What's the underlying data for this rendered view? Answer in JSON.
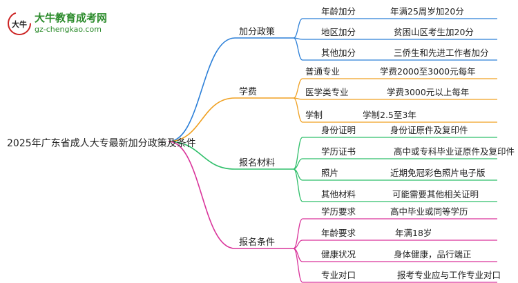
{
  "logo": {
    "title": "大牛教育成考网",
    "url": "gz-chengkao.com",
    "mark_text": "大牛"
  },
  "root": {
    "label": "2025年广东省成人大专最新加分政策及条件"
  },
  "colors": {
    "blue": "#2b7fd8",
    "orange": "#f0a020",
    "green": "#2fbf6a",
    "magenta": "#d9339a",
    "text": "#222222",
    "logo_green": "#2a8a2a",
    "logo_red": "#cc2222"
  },
  "branches": [
    {
      "label": "加分政策",
      "color": "blue",
      "items": [
        {
          "label": "年龄加分",
          "value": "年满25周岁加20分"
        },
        {
          "label": "地区加分",
          "value": "贫困山区考生加20分"
        },
        {
          "label": "其他加分",
          "value": "三侨生和先进工作者加分"
        }
      ]
    },
    {
      "label": "学费",
      "color": "orange",
      "items": [
        {
          "label": "普通专业",
          "value": "学费2000至3000元每年"
        },
        {
          "label": "医学类专业",
          "value": "学费3000元以上每年"
        },
        {
          "label": "学制",
          "value": "学制2.5至3年"
        }
      ]
    },
    {
      "label": "报名材料",
      "color": "green",
      "items": [
        {
          "label": "身份证明",
          "value": "身份证原件及复印件"
        },
        {
          "label": "学历证书",
          "value": "高中或专科毕业证原件及复印件"
        },
        {
          "label": "照片",
          "value": "近期免冠彩色照片电子版"
        },
        {
          "label": "其他材料",
          "value": "可能需要其他相关证明"
        }
      ]
    },
    {
      "label": "报名条件",
      "color": "magenta",
      "items": [
        {
          "label": "学历要求",
          "value": "高中毕业或同等学历"
        },
        {
          "label": "年龄要求",
          "value": "年满18岁"
        },
        {
          "label": "健康状况",
          "value": "身体健康，品行端正"
        },
        {
          "label": "专业对口",
          "value": "报考专业应与工作专业对口"
        }
      ]
    }
  ]
}
